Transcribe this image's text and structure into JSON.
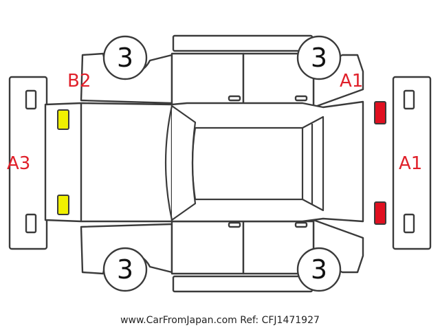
{
  "diagram": {
    "damage_codes": {
      "rear_left": "B2",
      "rear_bumper": "A3",
      "front_left": "A1",
      "front_bumper": "A1"
    },
    "wheel_ratings": {
      "rear_left": "3",
      "front_left": "3",
      "rear_right": "3",
      "front_right": "3"
    },
    "lamp_colors": {
      "rear": "#f0f000",
      "front": "#e01020"
    }
  },
  "footer": {
    "source_label": "www.CarFromJapan.com Ref: CFJ1471927"
  }
}
